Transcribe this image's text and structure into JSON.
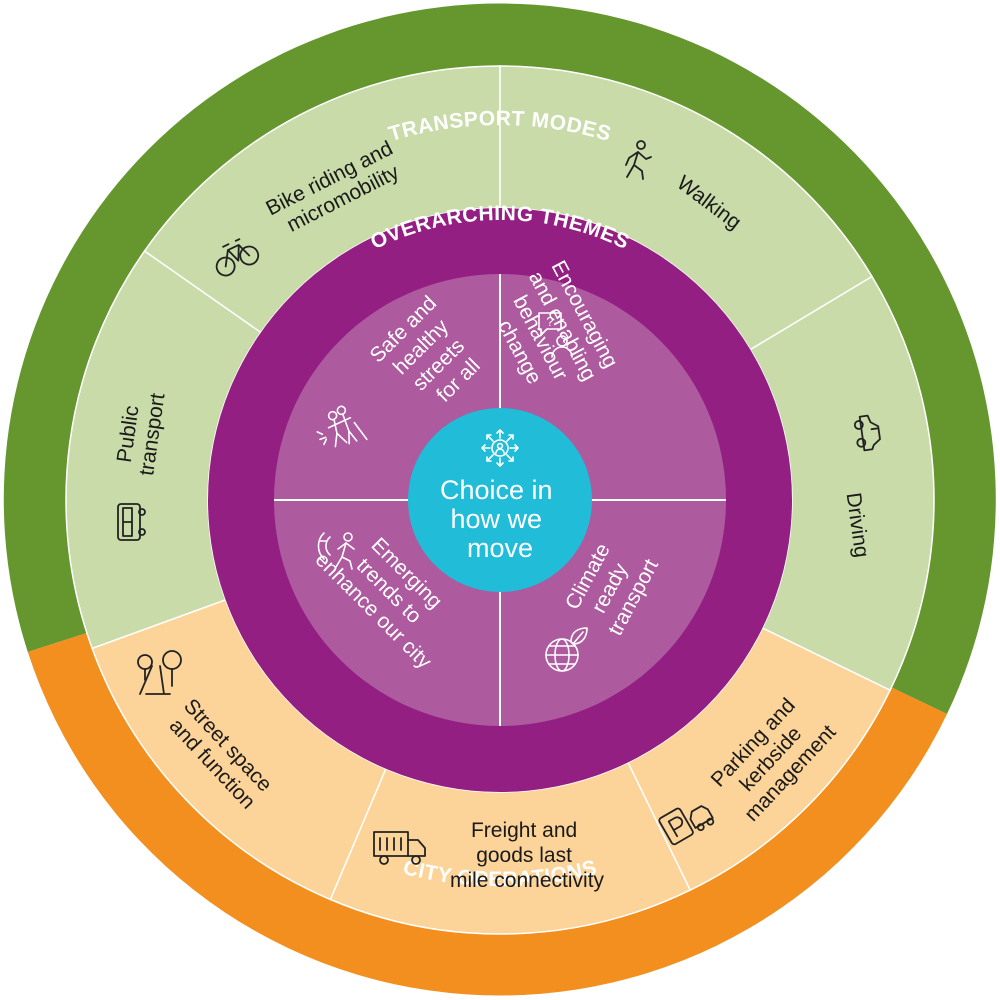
{
  "bands": {
    "transport_modes": "TRANSPORT MODES",
    "overarching_themes": "OVERARCHING THEMES",
    "city_operations": "CITY OPERATIONS"
  },
  "transport_modes": [
    {
      "id": "bike",
      "lines": [
        "Bike riding and",
        "micromobility"
      ],
      "icon": "bicycle-icon"
    },
    {
      "id": "walking",
      "lines": [
        "Walking"
      ],
      "icon": "walking-person-icon"
    },
    {
      "id": "driving",
      "lines": [
        "Driving"
      ],
      "icon": "car-icon"
    },
    {
      "id": "public",
      "lines": [
        "Public",
        "transport"
      ],
      "icon": "bus-icon"
    }
  ],
  "city_operations": [
    {
      "id": "street",
      "lines": [
        "Street space",
        "and function"
      ],
      "icon": "street-trees-icon"
    },
    {
      "id": "freight",
      "lines": [
        "Freight and",
        "goods last",
        "mile connectivity"
      ],
      "icon": "truck-icon"
    },
    {
      "id": "parking",
      "lines": [
        "Parking and",
        "kerbside",
        "management"
      ],
      "icon": "parking-icon"
    }
  ],
  "themes": [
    {
      "id": "safe",
      "lines": [
        "Safe and",
        "healthy",
        "streets",
        "for all"
      ],
      "icon": "pedestrians-icon"
    },
    {
      "id": "behaviour",
      "lines": [
        "Encouraging",
        "and enabling",
        "behaviour",
        "change"
      ],
      "icon": "question-person-icon"
    },
    {
      "id": "climate",
      "lines": [
        "Climate",
        "ready",
        "transport"
      ],
      "icon": "globe-leaf-icon"
    },
    {
      "id": "emerging",
      "lines": [
        "Emerging",
        "trends to",
        "enhance our city"
      ],
      "icon": "moving-person-icon"
    }
  ],
  "center": {
    "lines": [
      "Choice in",
      "how we",
      "move"
    ],
    "icon": "arrows-out-icon"
  },
  "colors": {
    "transport_band": "#66972f",
    "transport_fill": "#c8dba9",
    "operations_band": "#f28f1f",
    "operations_fill": "#fcd49a",
    "themes_band": "#941f83",
    "themes_fill": "#ad5a9f",
    "center": "#20bcd8"
  }
}
